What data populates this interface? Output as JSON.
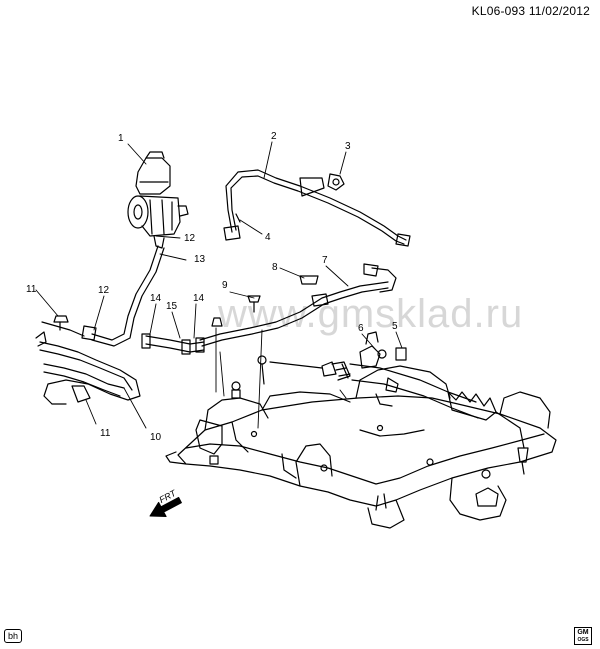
{
  "header": {
    "diagram_code": "KL06-093",
    "date": "11/02/2012"
  },
  "watermark": "www.gmsklad.ru",
  "footer": {
    "code_badge": "bh",
    "logo_top": "GM",
    "logo_bottom": "OGS"
  },
  "front_arrow_label": "FRT",
  "callouts": [
    "1",
    "2",
    "3",
    "4",
    "5",
    "6",
    "7",
    "8",
    "9",
    "10",
    "11",
    "11",
    "12",
    "12",
    "13",
    "14",
    "14",
    "15"
  ]
}
